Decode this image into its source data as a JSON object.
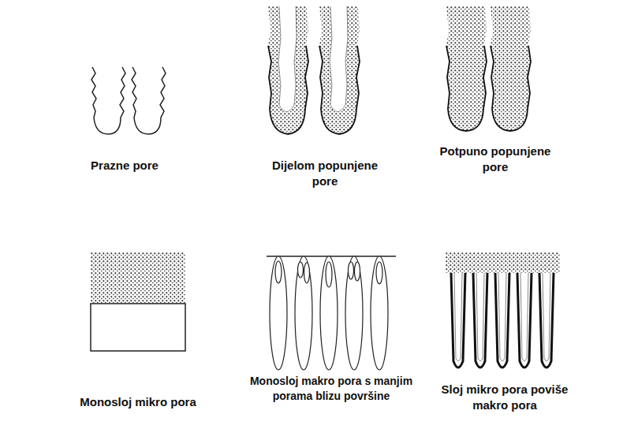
{
  "diagram": {
    "labels": [
      "Prazne pore",
      "Dijelom popunjene pore",
      "Potpuno popunjene pore",
      "Monosloj mikro pora",
      "Monosloj makro pora s manjim porama blizu površine",
      "Sloj mikro pora poviše makro pora"
    ]
  }
}
